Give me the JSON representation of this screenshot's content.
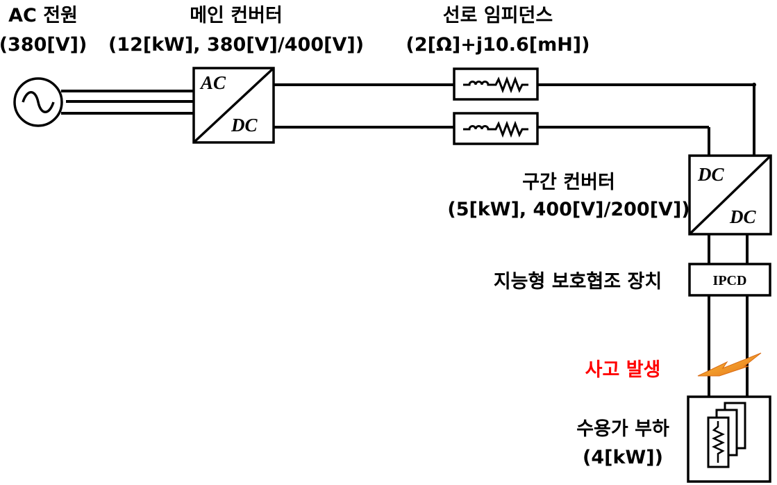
{
  "source": {
    "title": "AC 전원",
    "rating": "(380[V])"
  },
  "main_converter": {
    "title": "메인 컨버터",
    "rating": "(12[kW], 380[V]/400[V])",
    "input_label": "AC",
    "output_label": "DC"
  },
  "line_impedance": {
    "title": "선로 임피던스",
    "value": "(2[Ω]+j10.6[mH])"
  },
  "section_converter": {
    "title": "구간 컨버터",
    "rating": "(5[kW], 400[V]/200[V])",
    "input_label": "DC",
    "output_label": "DC"
  },
  "protection_device": {
    "title": "지능형 보호협조 장치",
    "box_label": "IPCD"
  },
  "fault": {
    "label": "사고 발생",
    "color": "#ff0000",
    "bolt_color": "#f6a21c"
  },
  "load": {
    "title": "수용가 부하",
    "rating": "(4[kW])"
  }
}
